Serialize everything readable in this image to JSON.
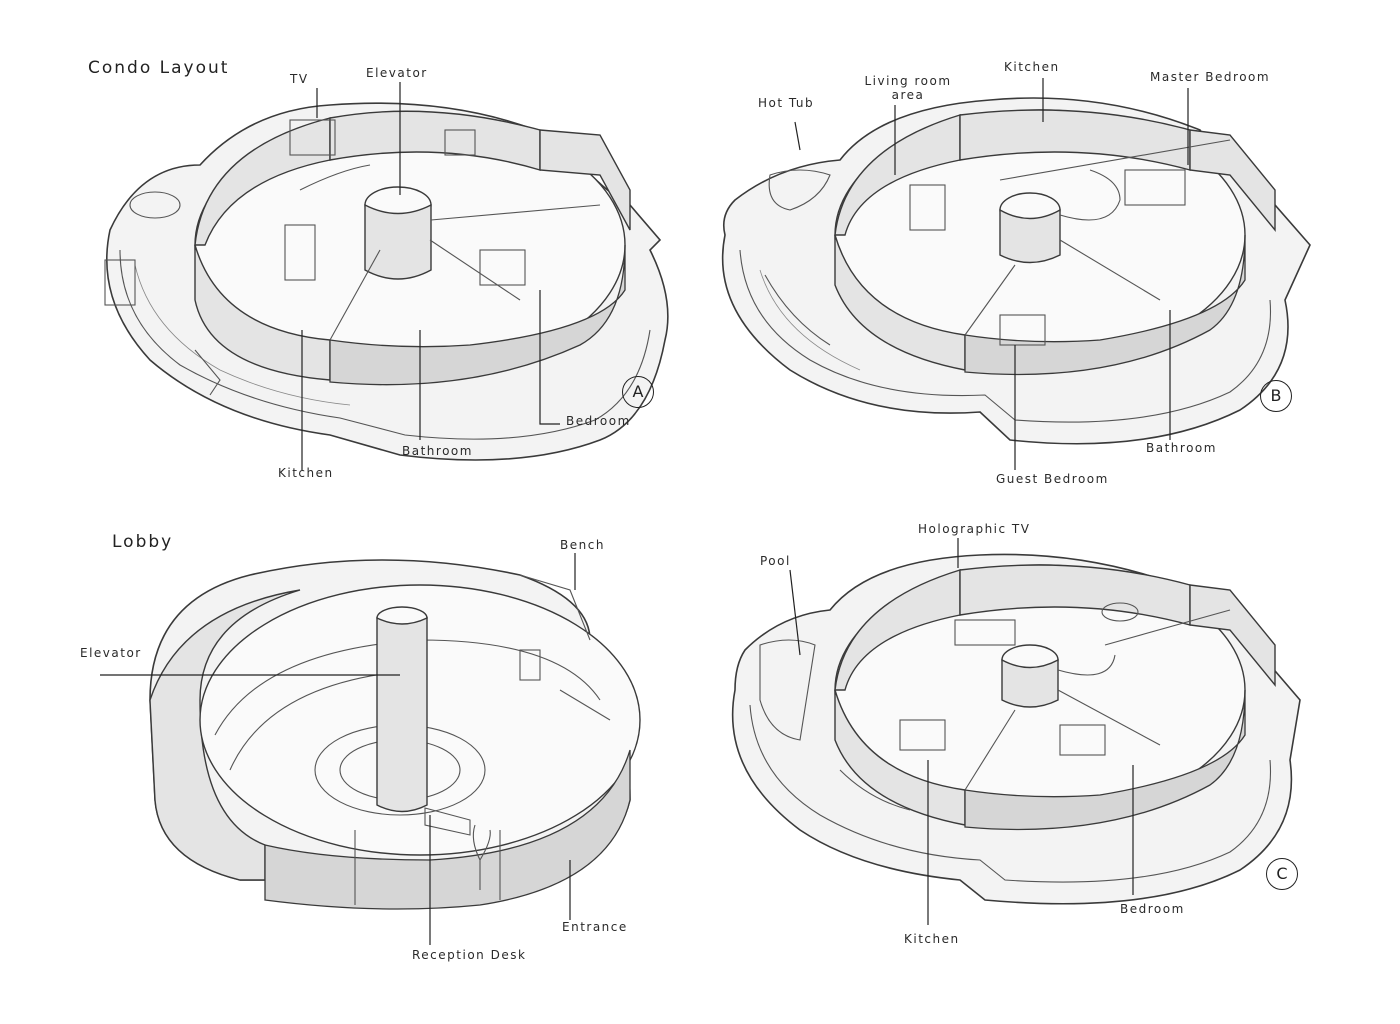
{
  "quadrant_a": {
    "title": "Condo Layout",
    "badge": "A",
    "labels": {
      "tv": "TV",
      "elevator": "Elevator",
      "kitchen": "Kitchen",
      "bathroom": "Bathroom",
      "bedroom": "Bedroom"
    }
  },
  "quadrant_b": {
    "badge": "B",
    "labels": {
      "hot_tub": "Hot Tub",
      "living_room": "Living room area",
      "kitchen": "Kitchen",
      "master_bedroom": "Master Bedroom",
      "guest_bedroom": "Guest Bedroom",
      "bathroom": "Bathroom"
    }
  },
  "quadrant_lobby": {
    "title": "Lobby",
    "labels": {
      "bench": "Bench",
      "elevator": "Elevator",
      "reception_desk": "Reception Desk",
      "entrance": "Entrance"
    }
  },
  "quadrant_c": {
    "badge": "C",
    "labels": {
      "pool": "Pool",
      "holographic_tv": "Holographic TV",
      "kitchen": "Kitchen",
      "bedroom": "Bedroom"
    }
  }
}
